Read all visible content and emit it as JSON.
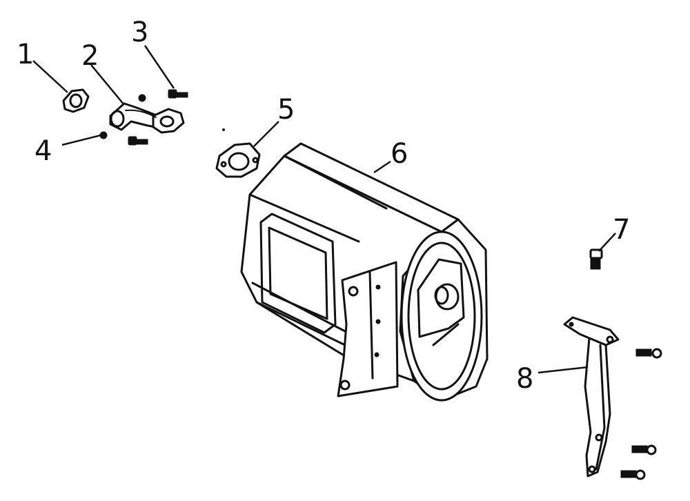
{
  "diagram": {
    "callouts": [
      {
        "id": "1",
        "label": "1"
      },
      {
        "id": "2",
        "label": "2"
      },
      {
        "id": "3",
        "label": "3"
      },
      {
        "id": "4",
        "label": "4"
      },
      {
        "id": "5",
        "label": "5"
      },
      {
        "id": "6",
        "label": "6"
      },
      {
        "id": "7",
        "label": "7"
      },
      {
        "id": "8",
        "label": "8"
      }
    ],
    "colors": {
      "ink": "#111111",
      "background": "#ffffff"
    }
  }
}
